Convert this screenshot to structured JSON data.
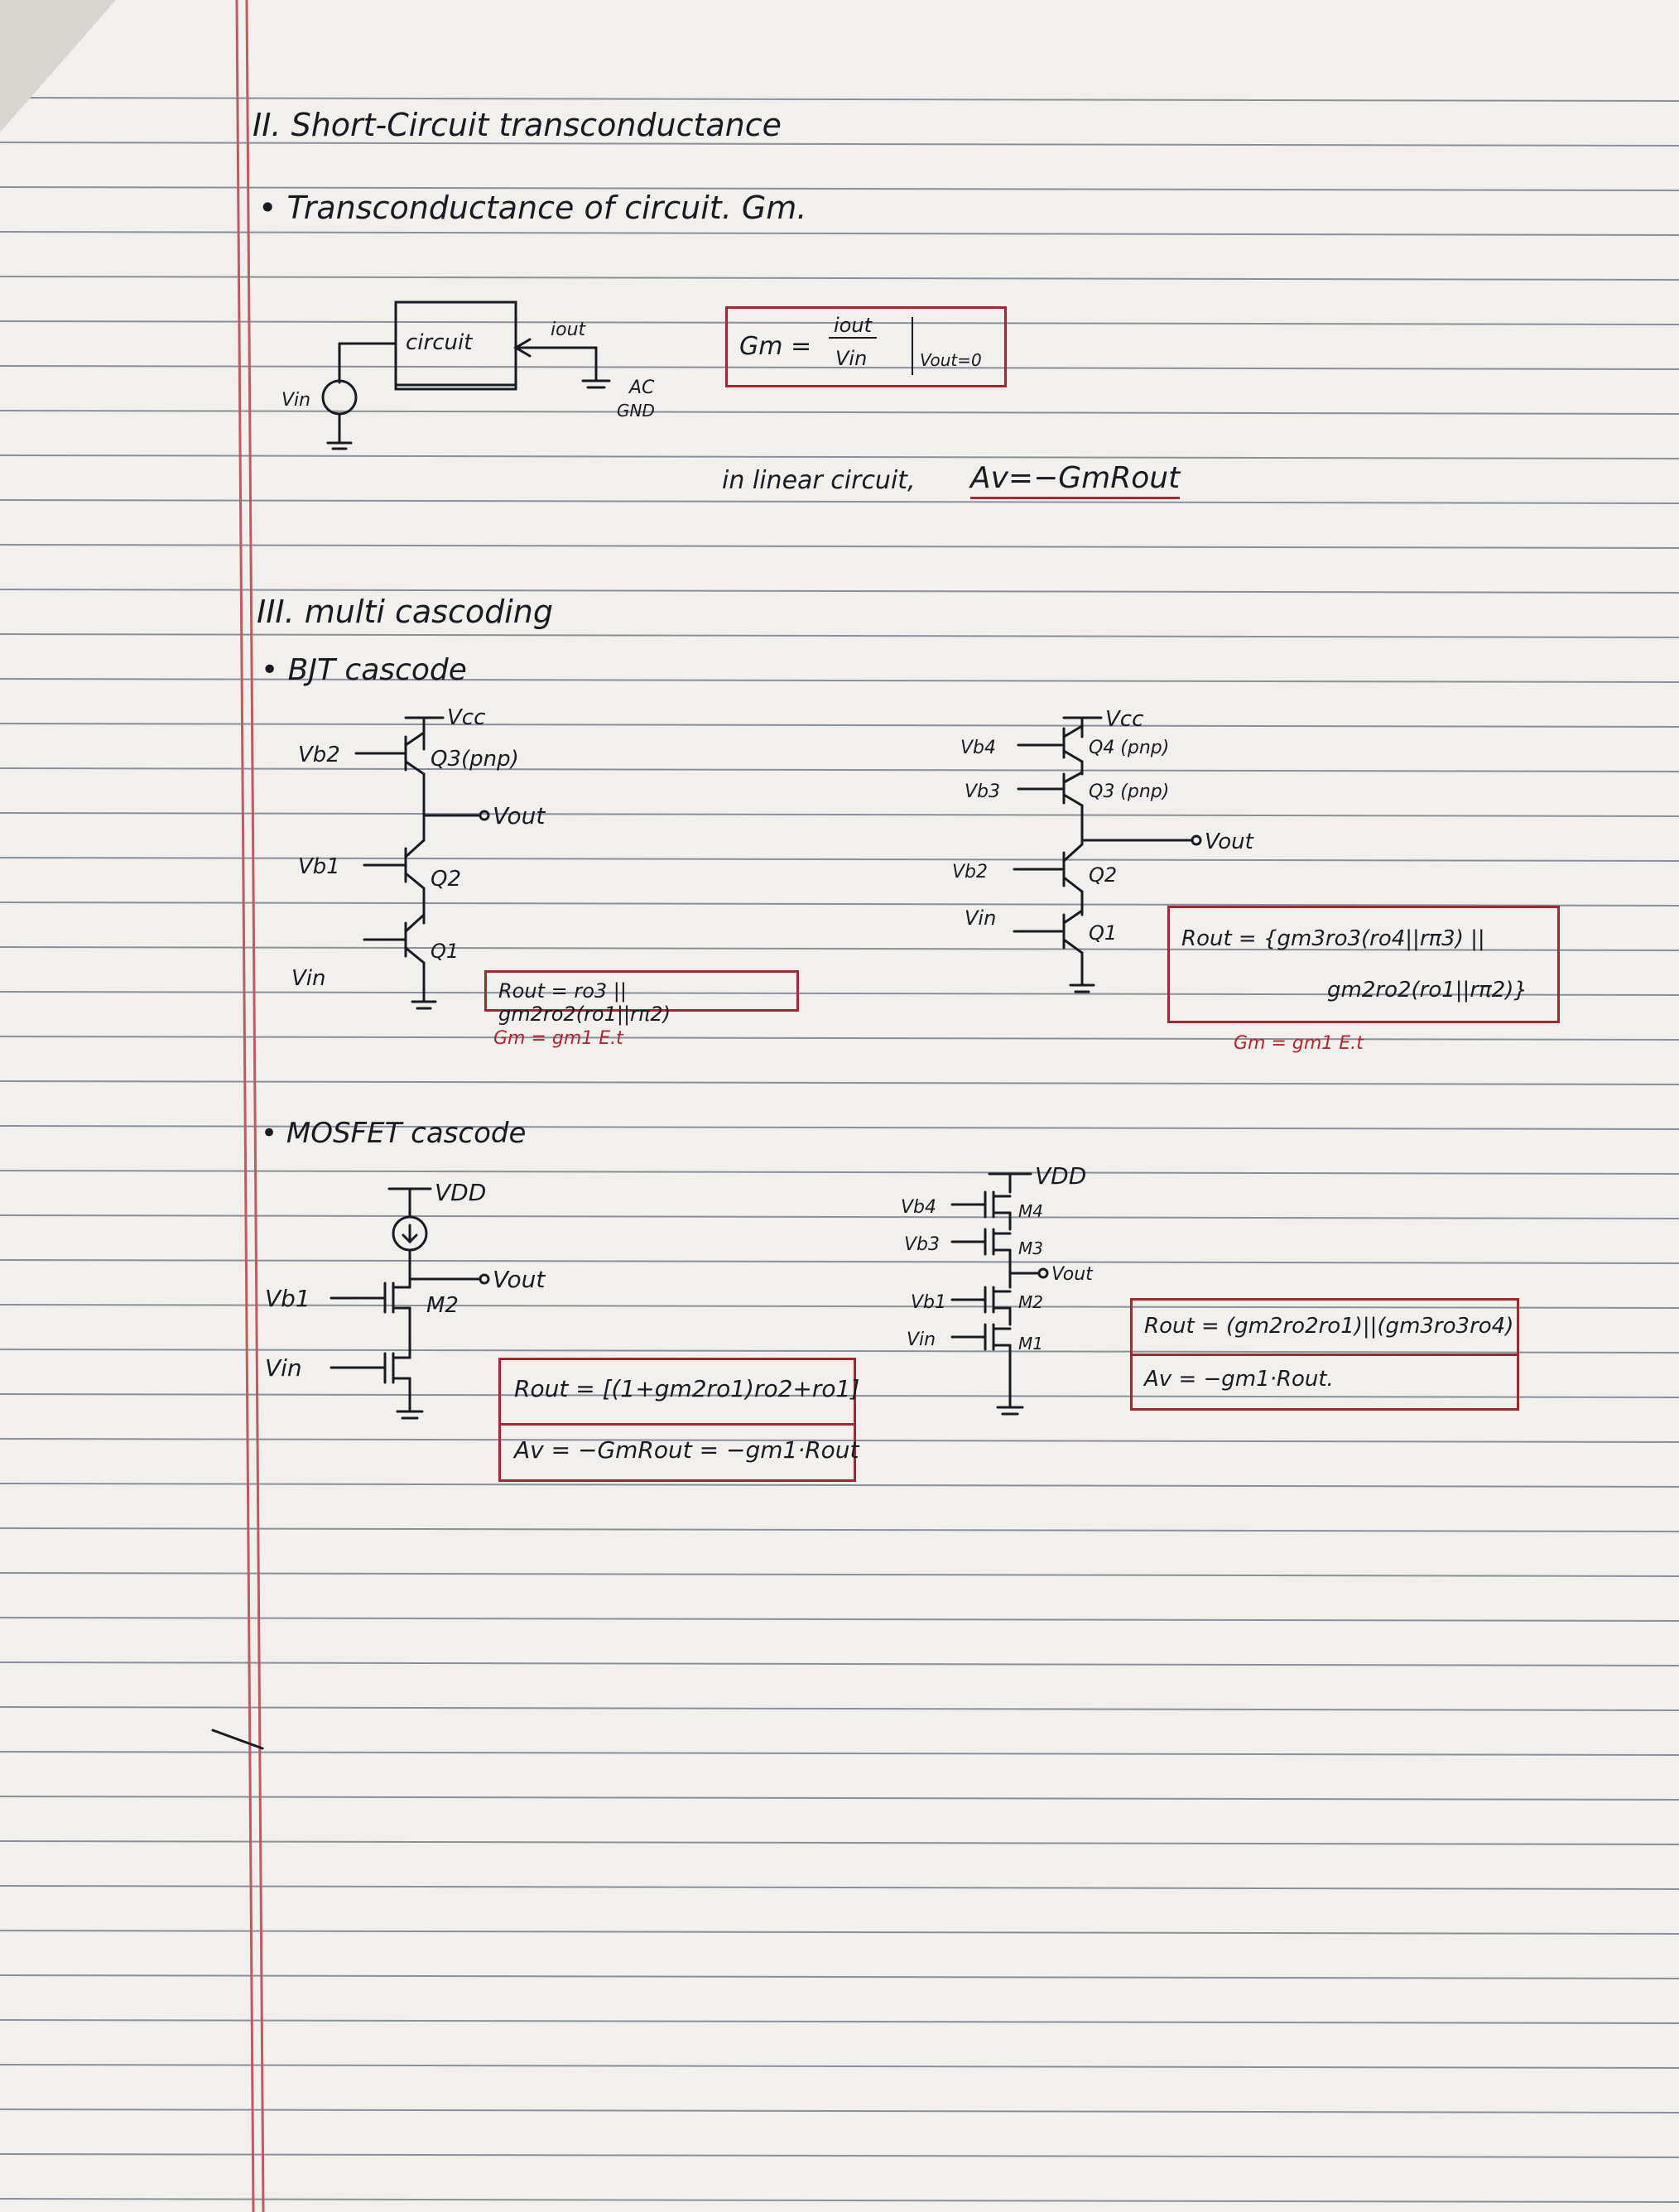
{
  "section2": {
    "title": "II. Short-Circuit transconductance",
    "bullet": "• Transconductance of circuit. Gm.",
    "circuit_label": "circuit",
    "iout_label": "iout",
    "vin_label": "Vin",
    "ac_label": "AC",
    "gnd_label": "GND",
    "formula_lhs": "Gm =",
    "formula_num": "iout",
    "formula_den": "Vin",
    "formula_cond": "Vout=0",
    "linear_note": "in linear circuit,",
    "linear_formula": "Av=−GmRout"
  },
  "section3": {
    "title": "III. multi cascoding",
    "bjt": {
      "bullet": "• BJT cascode",
      "left": {
        "vcc": "Vcc",
        "vb2": "Vb2",
        "q3": "Q3(pnp)",
        "vout": "Vout",
        "vb1": "Vb1",
        "q2": "Q2",
        "vin": "Vin",
        "q1": "Q1",
        "rout": "Rout = ro3 || gm2ro2(ro1||rπ2)",
        "gm_note": "Gm = gm1 E.t"
      },
      "right": {
        "vcc": "Vcc",
        "vb4": "Vb4",
        "q4": "Q4 (pnp)",
        "vb3": "Vb3",
        "q3": "Q3 (pnp)",
        "vout": "Vout",
        "vb2": "Vb2",
        "q2": "Q2",
        "vin": "Vin",
        "q1": "Q1",
        "rout_line1": "Rout = {gm3ro3(ro4||rπ3) ||",
        "rout_line2": "gm2ro2(ro1||rπ2)}",
        "gm_note": "Gm = gm1 E.t"
      }
    },
    "mosfet": {
      "bullet": "• MOSFET cascode",
      "left": {
        "vdd": "VDD",
        "vout": "Vout",
        "vb1": "Vb1",
        "m2": "M2",
        "vin": "Vin",
        "rout": "Rout = [(1+gm2ro1)ro2+ro1]",
        "av": "Av = −GmRout = −gm1·Rout"
      },
      "right": {
        "vdd": "VDD",
        "vb4": "Vb4",
        "m4": "M4",
        "vb3": "Vb3",
        "m3": "M3",
        "vout": "Vout",
        "vb1": "Vb1",
        "m2": "M2",
        "vin": "Vin",
        "m1": "M1",
        "rout": "Rout = (gm2ro2ro1)||(gm3ro3ro4)",
        "av": "Av = −gm1·Rout."
      }
    }
  },
  "colors": {
    "paper": "#f1f0ec",
    "ruling": "#8a8f9e",
    "margin": "#c05a60",
    "ink": "#1a1a22",
    "red_ink": "#b3262e"
  }
}
